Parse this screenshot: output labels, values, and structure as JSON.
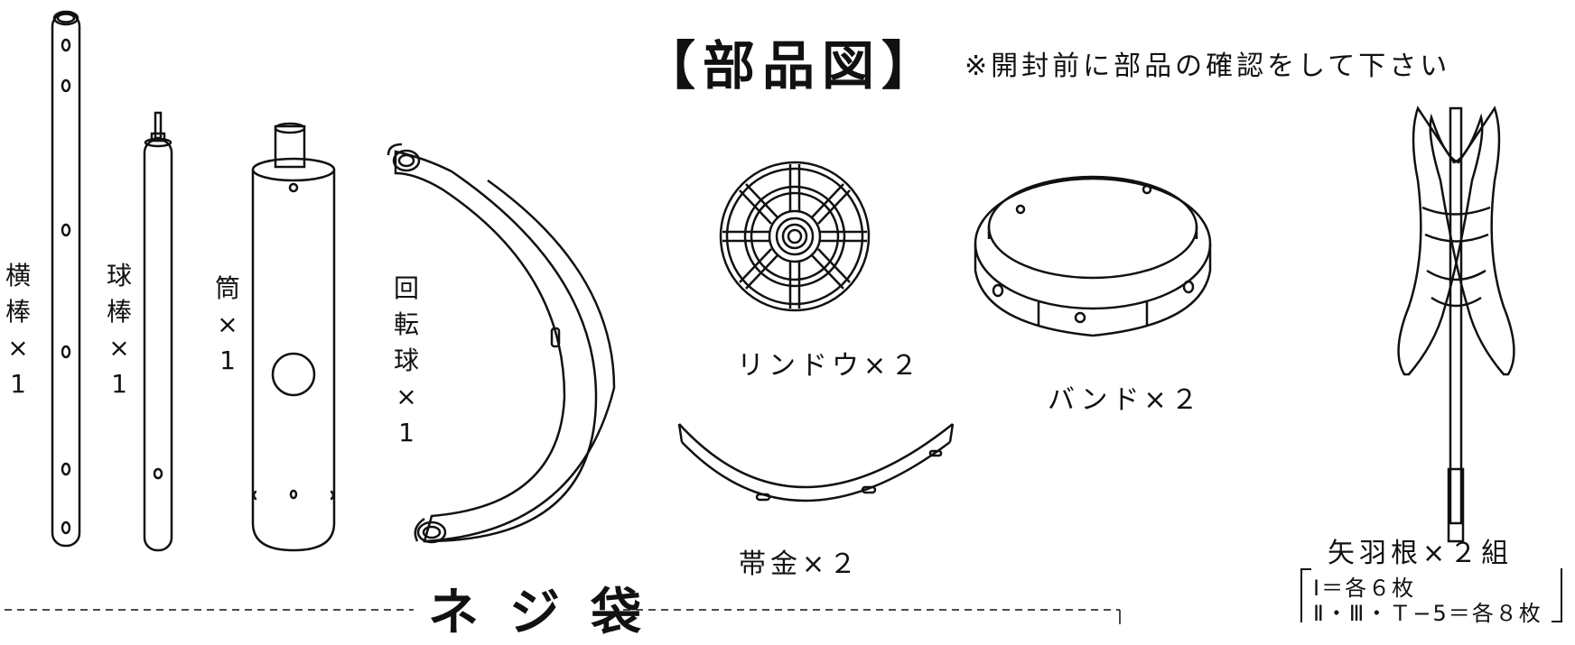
{
  "title": "【部品図】",
  "note": "※開封前に部品の確認をして下さい",
  "parts": {
    "yokobou": [
      "横",
      "棒",
      "×",
      "1"
    ],
    "kyuubou": [
      "球",
      "棒",
      "×",
      "1"
    ],
    "tsutsu": [
      "筒",
      "×",
      "1"
    ],
    "kaitenkyu": [
      "回",
      "転",
      "球",
      "×",
      "1"
    ],
    "rindou": "リンドウ×２",
    "band": "バンド×２",
    "obigane": "帯金×２",
    "yabane": "矢羽根×２組",
    "yabane_detail_1": "Ⅰ＝各６枚",
    "yabane_detail_2": "Ⅱ・Ⅲ・Ｔ−5＝各８枚"
  },
  "bag": "ネジ袋"
}
